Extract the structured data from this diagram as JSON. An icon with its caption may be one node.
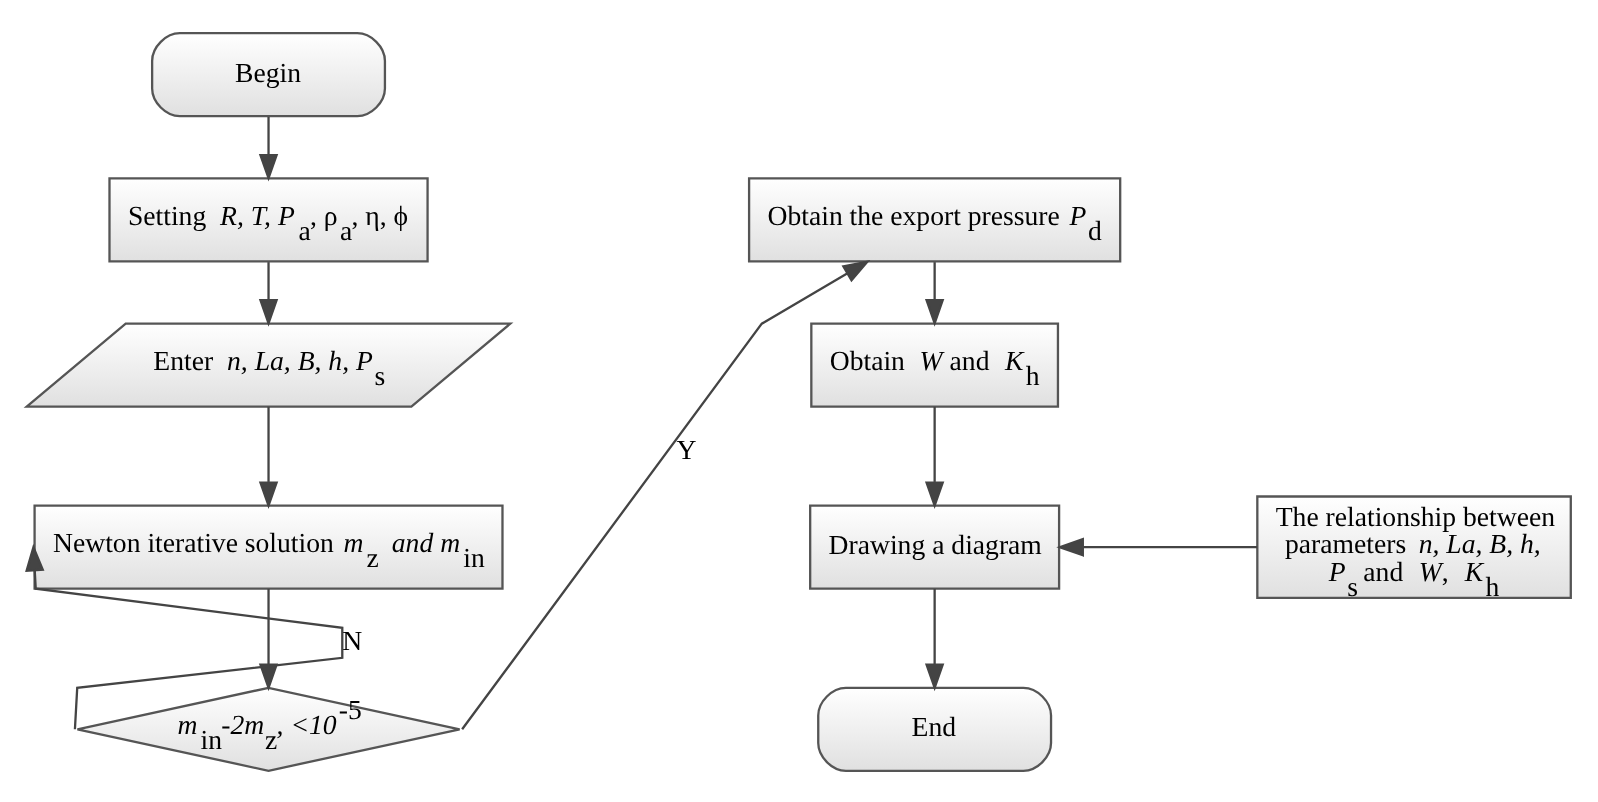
{
  "diagram": {
    "nodes": [
      {
        "text": [
          "Begin"
        ]
      },
      {
        "text": [
          "Setting *R, T, P*$_{a}$, ρ$_{a}$, η, ϕ"
        ]
      },
      {
        "text": [
          "Enter *n, La, B, h, P*$_{s}$"
        ]
      },
      {
        "text": [
          "Newton iterative solution *m*$_{z}$ *and m*$_{in}$"
        ]
      },
      {
        "text": [
          "*m*$_{in}$*-2m*$_{z}$*, <10*$^{-5}$"
        ]
      },
      {
        "text": [
          "Obtain the export pressure *P*$_{d}$"
        ]
      },
      {
        "text": [
          "Obtain *W* and *K*$_{h}$"
        ]
      },
      {
        "text": [
          "Drawing a diagram"
        ]
      },
      {
        "text": [
          "The relationship between parameters *n, La, B, h, P*$_{s}$ and *W*, *K*$_{h}$"
        ]
      },
      {
        "text": [
          "End"
        ]
      }
    ],
    "edges": [
      {
        "from": 0,
        "to": 1,
        "arrow": "to"
      },
      {
        "from": 1,
        "to": 2,
        "arrow": "to"
      },
      {
        "from": 2,
        "to": 3,
        "arrow": "to"
      },
      {
        "from": 3,
        "to": 4,
        "arrow": "to"
      },
      {
        "from": 4,
        "to": 3,
        "arrow": "to",
        "label": "N"
      },
      {
        "from": 4,
        "to": 5,
        "arrow": "to",
        "label": "Y"
      },
      {
        "from": 5,
        "to": 6,
        "arrow": "to"
      },
      {
        "from": 6,
        "to": 7,
        "arrow": "to"
      },
      {
        "from": 8,
        "to": 7,
        "arrow": "to"
      },
      {
        "from": 7,
        "to": 9,
        "arrow": "to"
      }
    ]
  }
}
